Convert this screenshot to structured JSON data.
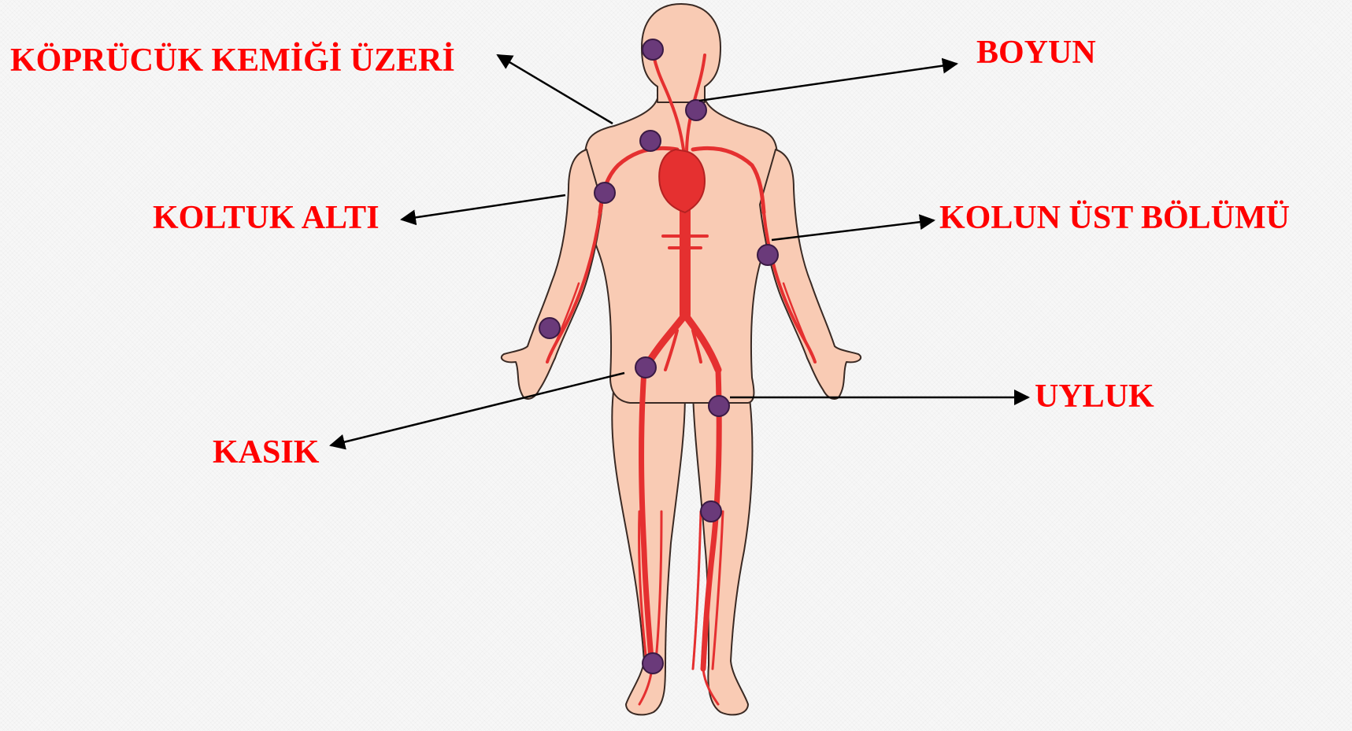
{
  "labels": {
    "clavicle": "KÖPRÜCÜK KEMİĞİ ÜZERİ",
    "neck": "BOYUN",
    "armpit": "KOLTUK ALTI",
    "upper_arm": "KOLUN ÜST BÖLÜMÜ",
    "groin": "KASIK",
    "thigh": "UYLUK"
  },
  "colors": {
    "label_text": "#ff0000",
    "skin_fill": "#f9cbb4",
    "skin_outline": "#3a2a24",
    "artery": "#e53030",
    "pulse_point": "#6a3a7a",
    "arrow": "#000000"
  }
}
